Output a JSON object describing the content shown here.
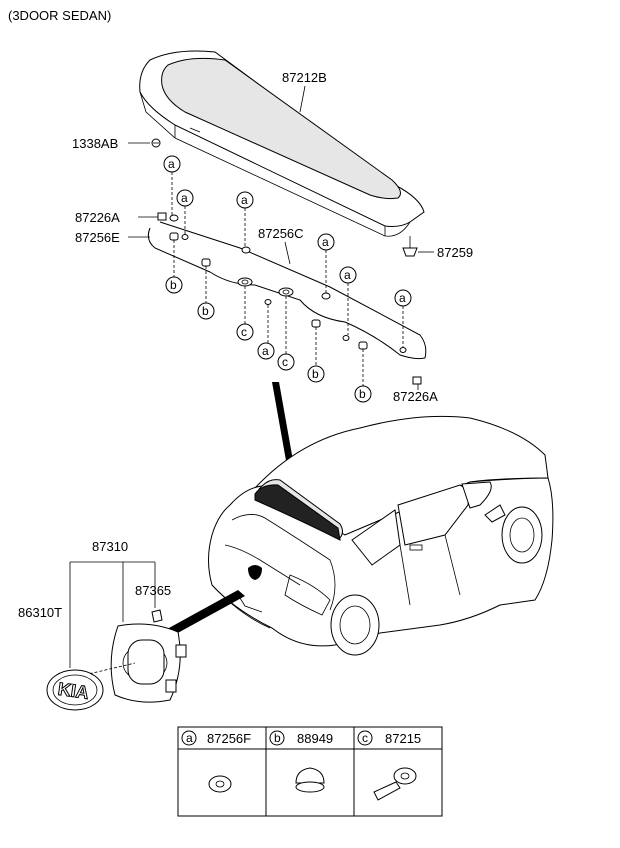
{
  "title": "(3DOOR SEDAN)",
  "parts": {
    "spoiler": "87212B",
    "screw": "1338AB",
    "clip_top": "87226A",
    "pad": "87256E",
    "tape": "87256C",
    "nut": "87259",
    "clip_bottom": "87226A",
    "emblem_assy": "87310",
    "emblem_bracket": "87365",
    "emblem": "86310T"
  },
  "callouts": {
    "a": "a",
    "b": "b",
    "c": "c"
  },
  "legend": [
    {
      "key": "a",
      "part": "87256F"
    },
    {
      "key": "b",
      "part": "88949"
    },
    {
      "key": "c",
      "part": "87215"
    }
  ],
  "logo_text": "KIA"
}
